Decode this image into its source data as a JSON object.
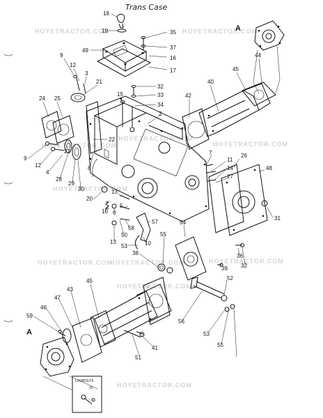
{
  "title": "Trans Case",
  "watermark": "HOYETRACTOR.COM",
  "markers": [
    "A",
    "A"
  ],
  "lugbolts_label": "LUGBOLTS",
  "lugbolts_part": "22",
  "part_labels": [
    "18",
    "19",
    "35",
    "37",
    "49",
    "16",
    "17",
    "9",
    "12",
    "3",
    "21",
    "15",
    "32",
    "33",
    "34",
    "2",
    "42",
    "40",
    "45",
    "44",
    "24",
    "25",
    "22",
    "23",
    "9",
    "12",
    "4",
    "28",
    "29",
    "30",
    "8",
    "7",
    "11",
    "14",
    "27",
    "26",
    "48",
    "31",
    "20",
    "10",
    "6",
    "13",
    "5",
    "58",
    "57",
    "53",
    "10",
    "13",
    "50",
    "54",
    "55",
    "38",
    "36",
    "32",
    "39",
    "45",
    "43",
    "47",
    "46",
    "59",
    "41",
    "51",
    "56",
    "52",
    "53",
    "55"
  ]
}
